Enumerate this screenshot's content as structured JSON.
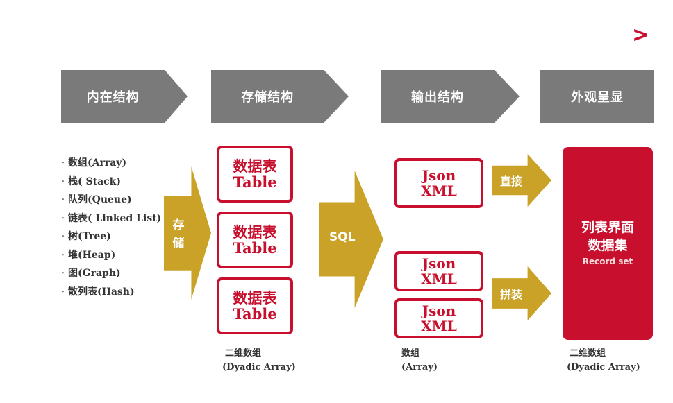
{
  "corner_chevron": ">",
  "stages": [
    "内在结构",
    "存储结构",
    "输出结构",
    "外观呈显"
  ],
  "structures": [
    "数组(Array)",
    "栈( Stack)",
    "队列(Queue)",
    "链表( Linked List)",
    "树(Tree)",
    "堆(Heap)",
    "图(Graph)",
    "散列表(Hash)"
  ],
  "bullet": "·",
  "arrows": {
    "store": "存储",
    "sql": "SQL",
    "direct": "直接",
    "assemble": "拼装"
  },
  "tables": [
    {
      "zh": "数据表",
      "en": "Table"
    },
    {
      "zh": "数据表",
      "en": "Table"
    },
    {
      "zh": "数据表",
      "en": "Table"
    }
  ],
  "outputs": [
    {
      "a": "Json",
      "b": "XML"
    },
    {
      "a": "Json",
      "b": "XML"
    },
    {
      "a": "Json",
      "b": "XML"
    }
  ],
  "record": {
    "line1": "列表界面",
    "line2": "数据集",
    "line3": "Record set"
  },
  "captions": {
    "storage": {
      "zh": "二维数组",
      "en": "(Dyadic Array)"
    },
    "output": {
      "zh": "数组",
      "en": "(Array)"
    },
    "display": {
      "zh": "二维数组",
      "en": "(Dyadic Array)"
    }
  },
  "colors": {
    "stage_gray": "#7a7a7a",
    "gold": "#c9a227",
    "red": "#c8102e"
  }
}
